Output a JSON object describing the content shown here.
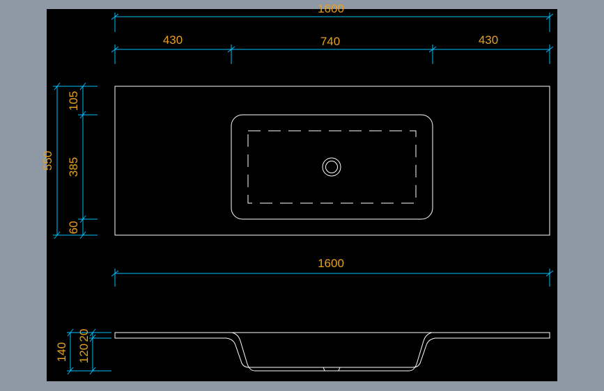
{
  "colors": {
    "background": "#8f99a6",
    "canvas": "#000000",
    "geometry": "#ffffff",
    "dimension_line": "#00bfff",
    "dimension_text": "#e6a020"
  },
  "plan_view": {
    "overall_width_label": "1600",
    "left_offset_label": "430",
    "basin_width_label": "740",
    "right_offset_label": "430",
    "overall_depth_label": "550",
    "front_margin_label": "105",
    "basin_depth_label": "385",
    "back_margin_label": "60"
  },
  "section_view": {
    "overall_width_label": "1600",
    "total_height_label": "140",
    "bowl_height_label": "120",
    "top_thickness_label": "20"
  }
}
